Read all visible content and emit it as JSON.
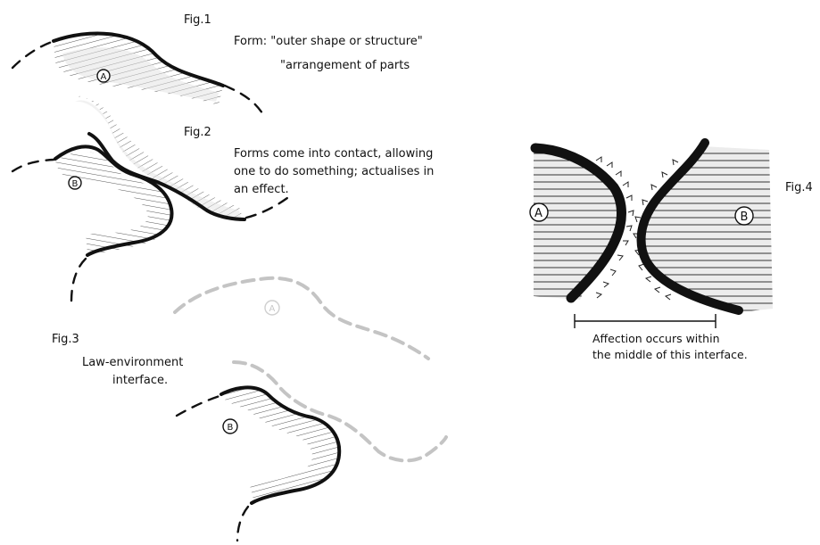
{
  "figures": {
    "fig1": {
      "label": "Fig.1",
      "text_line1": "Form: \"outer shape or structure\"",
      "text_line2": "\"arrangement of parts",
      "form_a": "A"
    },
    "fig2": {
      "label": "Fig.2",
      "text_line1": "Forms come into contact, allowing",
      "text_line2": "one to do something; actualises in",
      "text_line3": "an effect.",
      "form_b": "B"
    },
    "fig3": {
      "label": "Fig.3",
      "text_line1": "Law-environment",
      "text_line2": "interface.",
      "form_a": "A",
      "form_b": "B"
    },
    "fig4": {
      "label": "Fig.4",
      "form_a": "A",
      "form_b": "B",
      "caption_line1": "Affection occurs within",
      "caption_line2": "the middle of this interface."
    }
  }
}
